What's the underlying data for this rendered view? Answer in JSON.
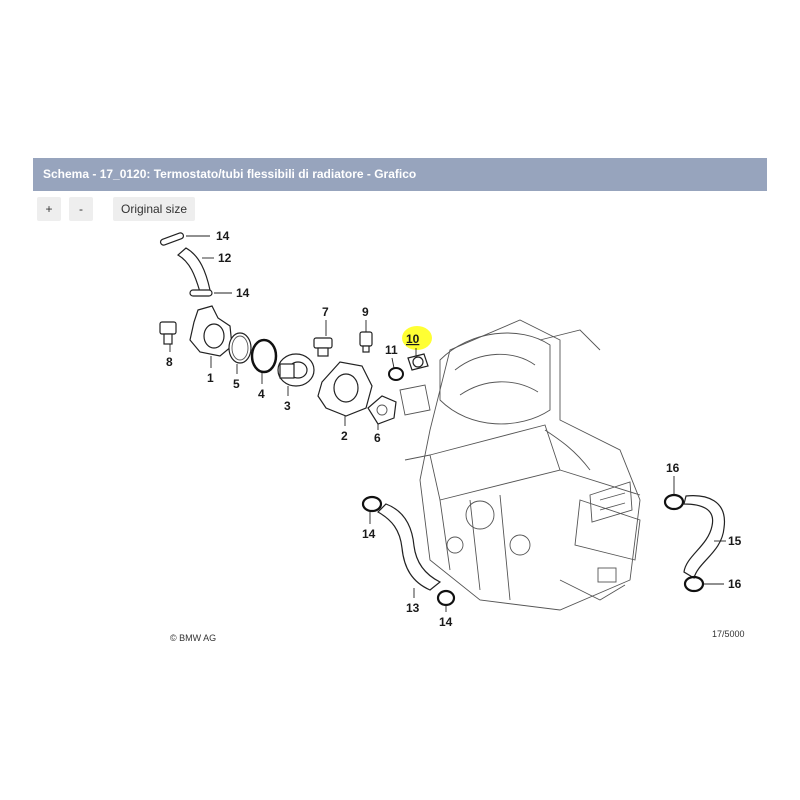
{
  "header": {
    "title": "Schema - 17_0120: Termostato/tubi flessibili di radiatore - Grafico"
  },
  "toolbar": {
    "zoom_in_label": "+",
    "zoom_out_label": "-",
    "original_size_label": "Original size"
  },
  "diagram": {
    "callouts": {
      "p1": "1",
      "p2": "2",
      "p3": "3",
      "p4": "4",
      "p5": "5",
      "p6": "6",
      "p7": "7",
      "p8": "8",
      "p9": "9",
      "p10": "10",
      "p11": "11",
      "p12": "12",
      "p13": "13",
      "p14a": "14",
      "p14b": "14",
      "p14c": "14",
      "p14d": "14",
      "p15": "15",
      "p16a": "16",
      "p16b": "16"
    },
    "highlighted_part": "10",
    "highlight_color": "#ffff33",
    "copyright": "© BMW AG",
    "reference": "17/5000"
  }
}
